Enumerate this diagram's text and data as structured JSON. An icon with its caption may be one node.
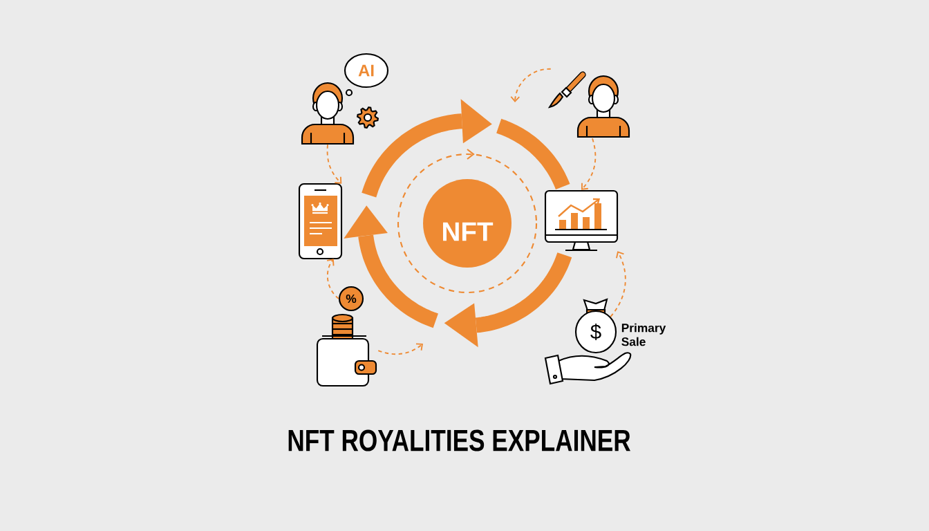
{
  "diagram": {
    "title": "NFT ROYALITIES EXPLAINER",
    "nodes": [
      {
        "text": [
          "AI"
        ]
      },
      {
        "text": [],
        "shape": "person"
      },
      {
        "text": [],
        "shape": "person"
      },
      {
        "text": [],
        "shape": "picture"
      },
      {
        "text": [
          "NFT"
        ]
      },
      {
        "text": [],
        "shape": "picture"
      },
      {
        "text": [
          "%"
        ]
      },
      {
        "text": [
          "$"
        ],
        "beside": [
          "Primary Sale"
        ]
      },
      {
        "text": [],
        "shape": "picture"
      }
    ],
    "edges": [
      {
        "from": 1,
        "to": 3,
        "arrow": "to",
        "style": "dashed",
        "color": "#ee8a33"
      },
      {
        "from": 2,
        "to": null,
        "arrow": "to",
        "style": "dashed",
        "color": "#ee8a33"
      },
      {
        "from": 2,
        "to": 5,
        "arrow": "to",
        "style": "dashed",
        "color": "#ee8a33"
      },
      {
        "from": 7,
        "to": 5,
        "arrow": "to",
        "style": "dashed",
        "color": "#ee8a33"
      },
      {
        "from": 6,
        "to": 3,
        "arrow": "to",
        "style": "dashed",
        "color": "#ee8a33"
      },
      {
        "from": 8,
        "to": null,
        "arrow": "to",
        "style": "dashed",
        "color": "#ee8a33"
      }
    ]
  }
}
